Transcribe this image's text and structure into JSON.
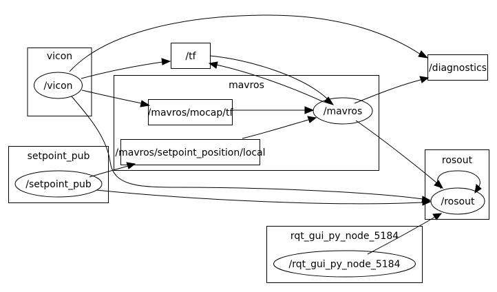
{
  "clusters": {
    "vicon": {
      "label": "vicon"
    },
    "mavros": {
      "label": "mavros"
    },
    "setpoint_pub": {
      "label": "setpoint_pub"
    },
    "rosout": {
      "label": "rosout"
    },
    "rqt": {
      "label": "rqt_gui_py_node_5184"
    }
  },
  "topics": {
    "tf": {
      "label": "/tf"
    },
    "diagnostics": {
      "label": "/diagnostics"
    },
    "mocap_tf": {
      "label": "/mavros/mocap/tf"
    },
    "setpoint_position": {
      "label": "/mavros/setpoint_position/local"
    },
    "rosout": {
      "label": "/rosout"
    }
  },
  "nodes": {
    "vicon": {
      "label": "/vicon"
    },
    "mavros": {
      "label": "/mavros"
    },
    "setpoint_pub": {
      "label": "/setpoint_pub"
    },
    "rqt": {
      "label": "/rqt_gui_py_node_5184"
    }
  },
  "edges": [
    {
      "from": "/vicon",
      "to": "/tf"
    },
    {
      "from": "/vicon",
      "to": "/diagnostics"
    },
    {
      "from": "/vicon",
      "to": "/mavros/mocap/tf"
    },
    {
      "from": "/vicon",
      "to": "/rosout"
    },
    {
      "from": "/mavros",
      "to": "/tf"
    },
    {
      "from": "/tf",
      "to": "/mavros"
    },
    {
      "from": "/mavros/mocap/tf",
      "to": "/mavros"
    },
    {
      "from": "/mavros/setpoint_position/local",
      "to": "/mavros"
    },
    {
      "from": "/mavros",
      "to": "/diagnostics"
    },
    {
      "from": "/mavros",
      "to": "/rosout"
    },
    {
      "from": "/setpoint_pub",
      "to": "/mavros/setpoint_position/local"
    },
    {
      "from": "/setpoint_pub",
      "to": "/rosout"
    },
    {
      "from": "/rosout",
      "to": "/rosout"
    },
    {
      "from": "/rqt_gui_py_node_5184",
      "to": "/rosout"
    }
  ]
}
